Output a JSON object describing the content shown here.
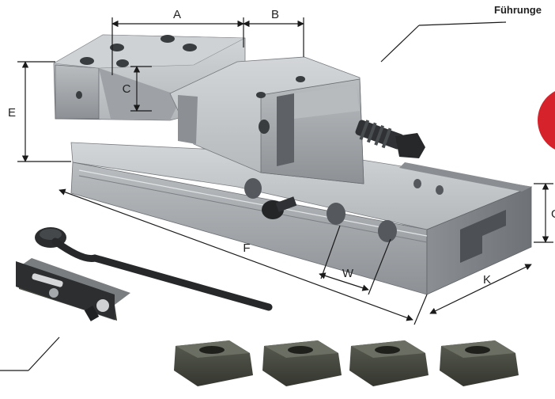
{
  "header": {
    "text": "Führunge"
  },
  "dimensions": {
    "a": "A",
    "b": "B",
    "c": "C",
    "e": "E",
    "f": "F",
    "g": "G",
    "k": "K",
    "w": "W"
  },
  "colors": {
    "accent": "#d6222a",
    "steel": "#a9adb1",
    "steel_light": "#c8cbce",
    "steel_dark": "#6f7377",
    "iron": "#3f4238",
    "line": "#1a1a1a"
  }
}
